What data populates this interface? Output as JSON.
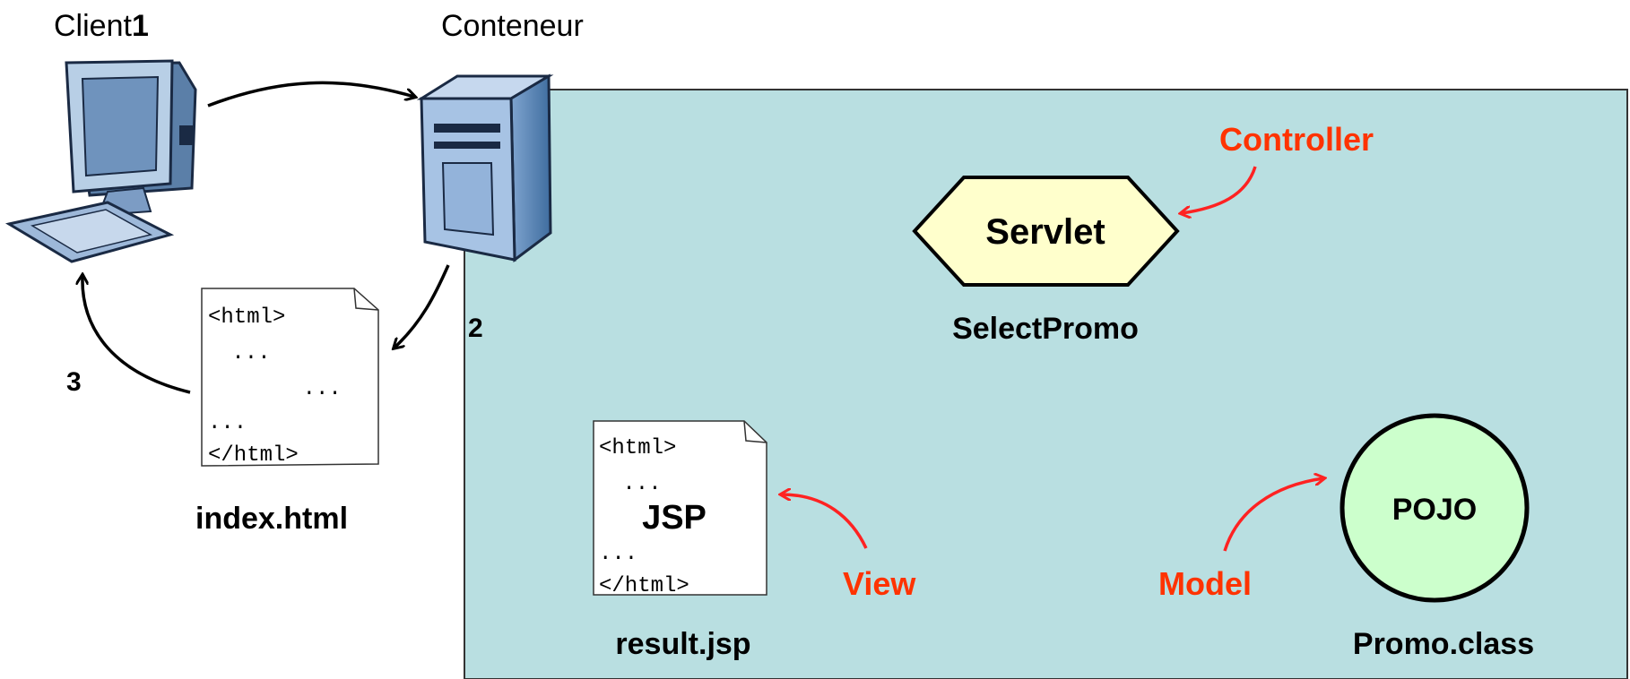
{
  "client": {
    "label": "Client",
    "step": "1"
  },
  "container": {
    "label": "Conteneur"
  },
  "steps": {
    "two": "2",
    "three": "3"
  },
  "index_doc": {
    "lines": [
      "<html>",
      " ...",
      "    ...",
      "...",
      "</html>"
    ],
    "filename": "index.html"
  },
  "servlet": {
    "shape_text": "Servlet",
    "name": "SelectPromo",
    "role": "Controller"
  },
  "jsp": {
    "lines": [
      "<html>",
      " ...",
      "...",
      "</html>"
    ],
    "center_text": "JSP",
    "filename": "result.jsp",
    "role": "View"
  },
  "pojo": {
    "shape_text": "POJO",
    "name": "Promo.class",
    "role": "Model"
  },
  "colors": {
    "container_bg": "#b9dfe1",
    "role_text": "#ff3300",
    "servlet_fill": "#ffffcc",
    "pojo_fill": "#ccffcc"
  }
}
